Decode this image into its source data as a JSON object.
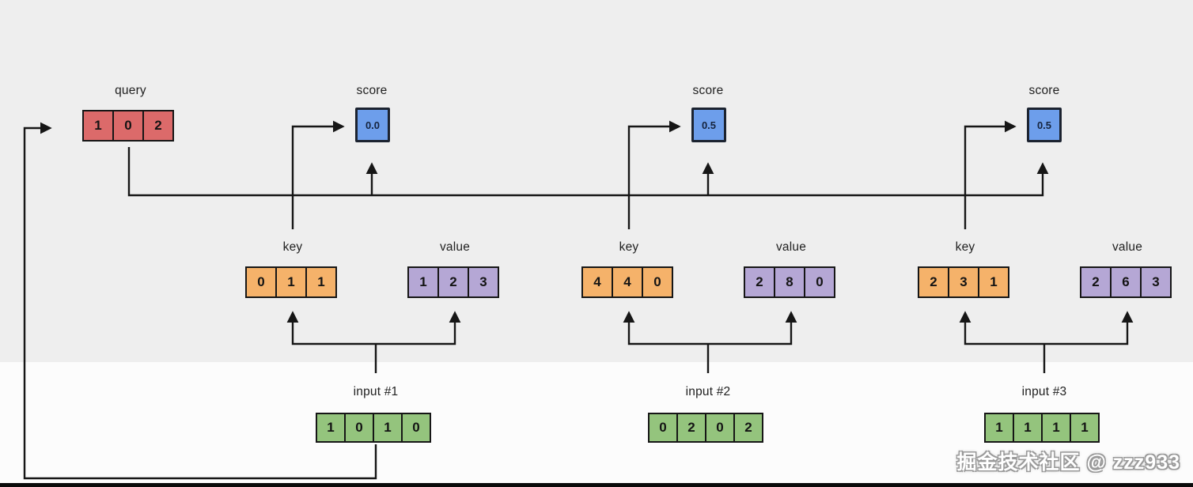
{
  "diagram": {
    "title_hint": "attention query-key-value-score diagram",
    "query": {
      "label": "query",
      "cells": [
        "1",
        "0",
        "2"
      ]
    },
    "groups": [
      {
        "score": {
          "label": "score",
          "value": "0.0"
        },
        "key": {
          "label": "key",
          "cells": [
            "0",
            "1",
            "1"
          ]
        },
        "value": {
          "label": "value",
          "cells": [
            "1",
            "2",
            "3"
          ]
        },
        "input": {
          "label": "input #1",
          "cells": [
            "1",
            "0",
            "1",
            "0"
          ]
        }
      },
      {
        "score": {
          "label": "score",
          "value": "0.5"
        },
        "key": {
          "label": "key",
          "cells": [
            "4",
            "4",
            "0"
          ]
        },
        "value": {
          "label": "value",
          "cells": [
            "2",
            "8",
            "0"
          ]
        },
        "input": {
          "label": "input #2",
          "cells": [
            "0",
            "2",
            "0",
            "2"
          ]
        }
      },
      {
        "score": {
          "label": "score",
          "value": "0.5"
        },
        "key": {
          "label": "key",
          "cells": [
            "2",
            "3",
            "1"
          ]
        },
        "value": {
          "label": "value",
          "cells": [
            "2",
            "6",
            "3"
          ]
        },
        "input": {
          "label": "input #3",
          "cells": [
            "1",
            "1",
            "1",
            "1"
          ]
        }
      }
    ],
    "watermark": "掘金技术社区 @ zzz933",
    "colors": {
      "query_cell": "#dc6a6a",
      "score_box": "#6d9eeb",
      "key_cell": "#f5b26a",
      "value_cell": "#b5a7d5",
      "input_cell": "#94c47d",
      "line": "#161616",
      "bg_top": "#eeeeee",
      "bg_bottom": "#fcfcfc"
    }
  }
}
